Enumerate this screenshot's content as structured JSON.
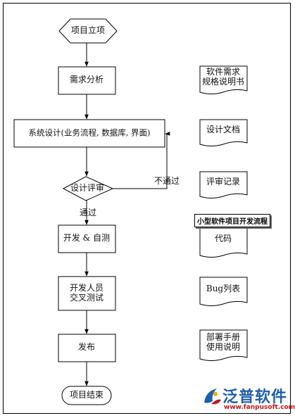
{
  "diagram": {
    "steps": {
      "start": "项目立项",
      "requirements": "需求分析",
      "design": "系统设计(业务流程, 数据库, 界面)",
      "review": "设计评审",
      "develop": "开发 & 自测",
      "cross_test_line1": "开发人员",
      "cross_test_line2": "交叉测试",
      "release": "发布",
      "end": "项目结束"
    },
    "edge_labels": {
      "fail": "不通过",
      "pass": "通过"
    },
    "documents": {
      "requirements_doc_line1": "软件需求",
      "requirements_doc_line2": "规格说明书",
      "design_doc": "设计文档",
      "review_record": "评审记录",
      "code": "代码",
      "bug_list": "Bug列表",
      "manual_line1": "部署手册",
      "manual_line2": "使用说明"
    },
    "tooltip": "小型软件项目开发流程"
  },
  "brand": {
    "name": "泛普软件",
    "url": "www.fanpusoft.com"
  }
}
